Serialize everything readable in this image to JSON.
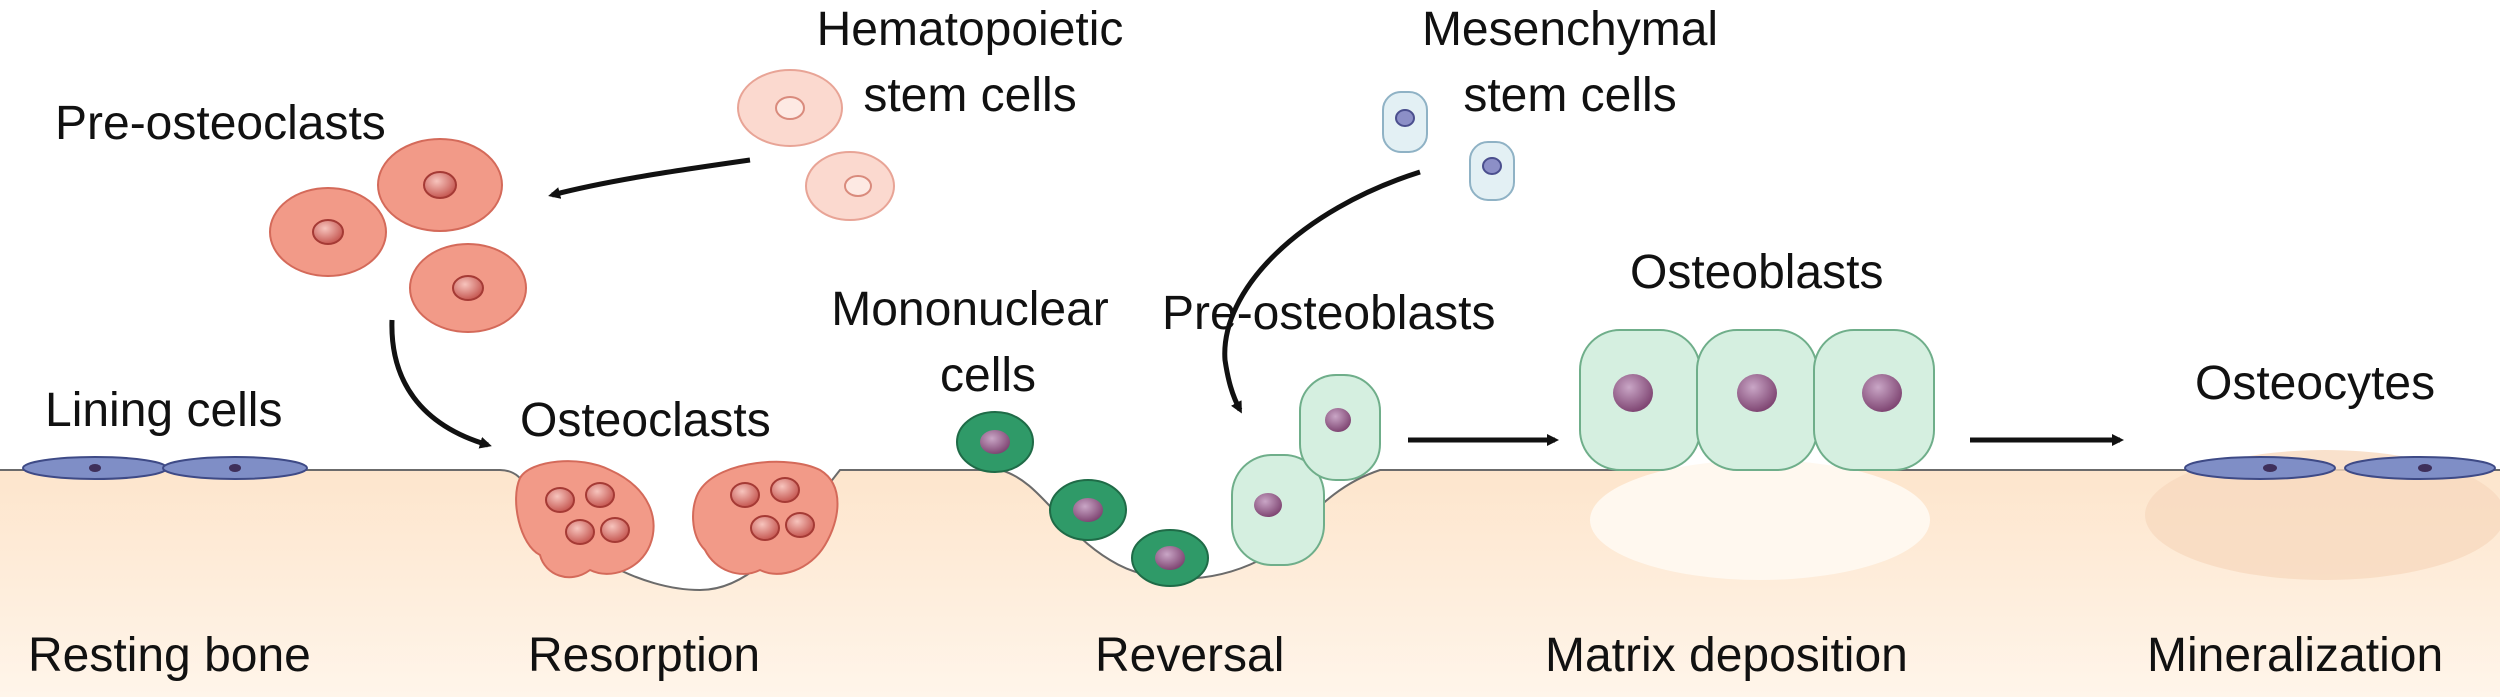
{
  "labels": {
    "hematopoietic": "Hematopoietic",
    "hematopoietic_2": "stem cells",
    "mesenchymal": "Mesenchymal",
    "mesenchymal_2": "stem cells",
    "pre_osteoclasts": "Pre-osteoclasts",
    "lining_cells": "Lining cells",
    "osteoclasts": "Osteoclasts",
    "mononuclear": "Mononuclear",
    "mononuclear_2": "cells",
    "pre_osteoblasts": "Pre-osteoblasts",
    "osteoblasts": "Osteoblasts",
    "osteocytes": "Osteocytes"
  },
  "stages": {
    "resting": "Resting bone",
    "resorption": "Resorption",
    "reversal": "Reversal",
    "matrix": "Matrix deposition",
    "mineralization": "Mineralization"
  },
  "colors": {
    "bone": "#fdebd6",
    "osteoclast": "#f2a08f",
    "hematopoietic": "#fbd9cf",
    "mesenchymal": "#e3f0f4",
    "osteoblast": "#d5efe0",
    "lining": "#8593c7",
    "nucleus": "#8a4a78"
  }
}
